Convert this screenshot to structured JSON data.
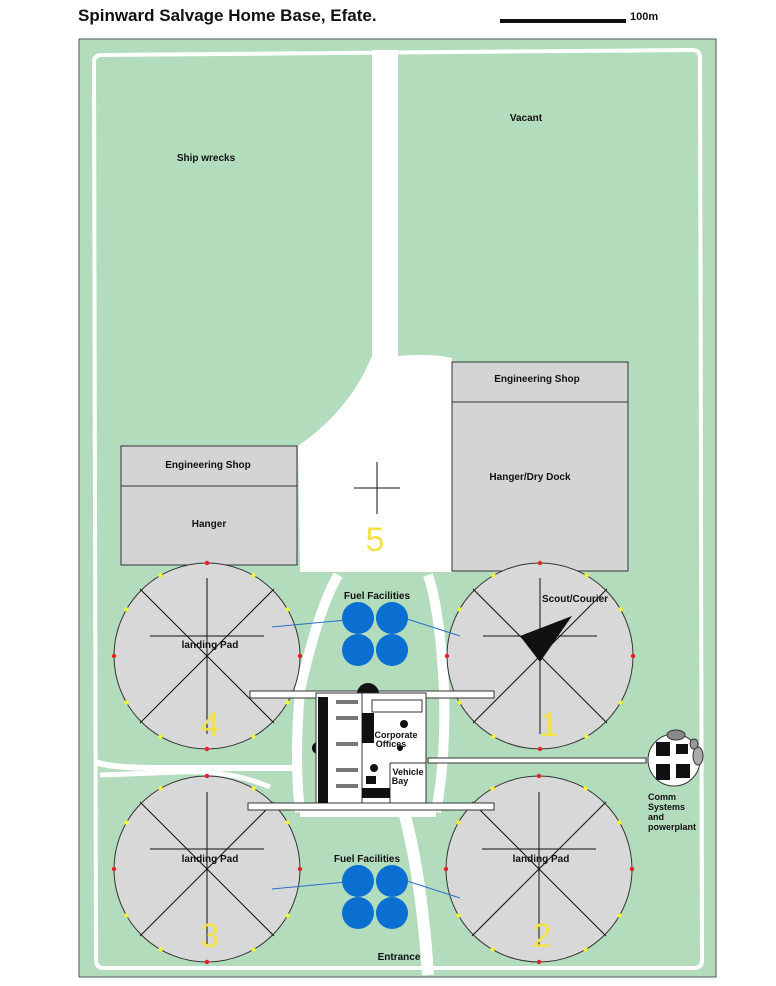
{
  "title": "Spinward Salvage Home Base, Efate.",
  "scale": {
    "label": "100m"
  },
  "areas": {
    "wrecks": "Ship wrecks",
    "vacant": "Vacant",
    "entrance": "Entrance"
  },
  "buildings": {
    "left_shop": "Engineering Shop",
    "left_hangar": "Hanger",
    "right_shop": "Engineering Shop",
    "right_hangar": "Hanger/Dry Dock",
    "offices_line1": "Corporate",
    "offices_line2": "Offices",
    "vehicle_line1": "Vehicle",
    "vehicle_line2": "Bay",
    "comm_line1": "Comm",
    "comm_line2": "Systems",
    "comm_line3": "and",
    "comm_line4": "powerplant"
  },
  "fuel": {
    "top": "Fuel Facilities",
    "bottom": "Fuel Facilities"
  },
  "pads": {
    "pad1_ship": "Scout/Courier",
    "pad1_num": "1",
    "pad2_label": "landing Pad",
    "pad2_num": "2",
    "pad3_label": "landing Pad",
    "pad3_num": "3",
    "pad4_label": "landing Pad",
    "pad4_num": "4",
    "pad5_num": "5"
  },
  "colors": {
    "grass": "#b3dcbd",
    "pad": "#d8d8d8",
    "building": "#d4d4d4",
    "road": "#ffffff",
    "fuel_tank": "#0a6fd1",
    "pad_number": "#f2e14a",
    "light_red": "#e32222",
    "light_yellow": "#f2f23a"
  }
}
